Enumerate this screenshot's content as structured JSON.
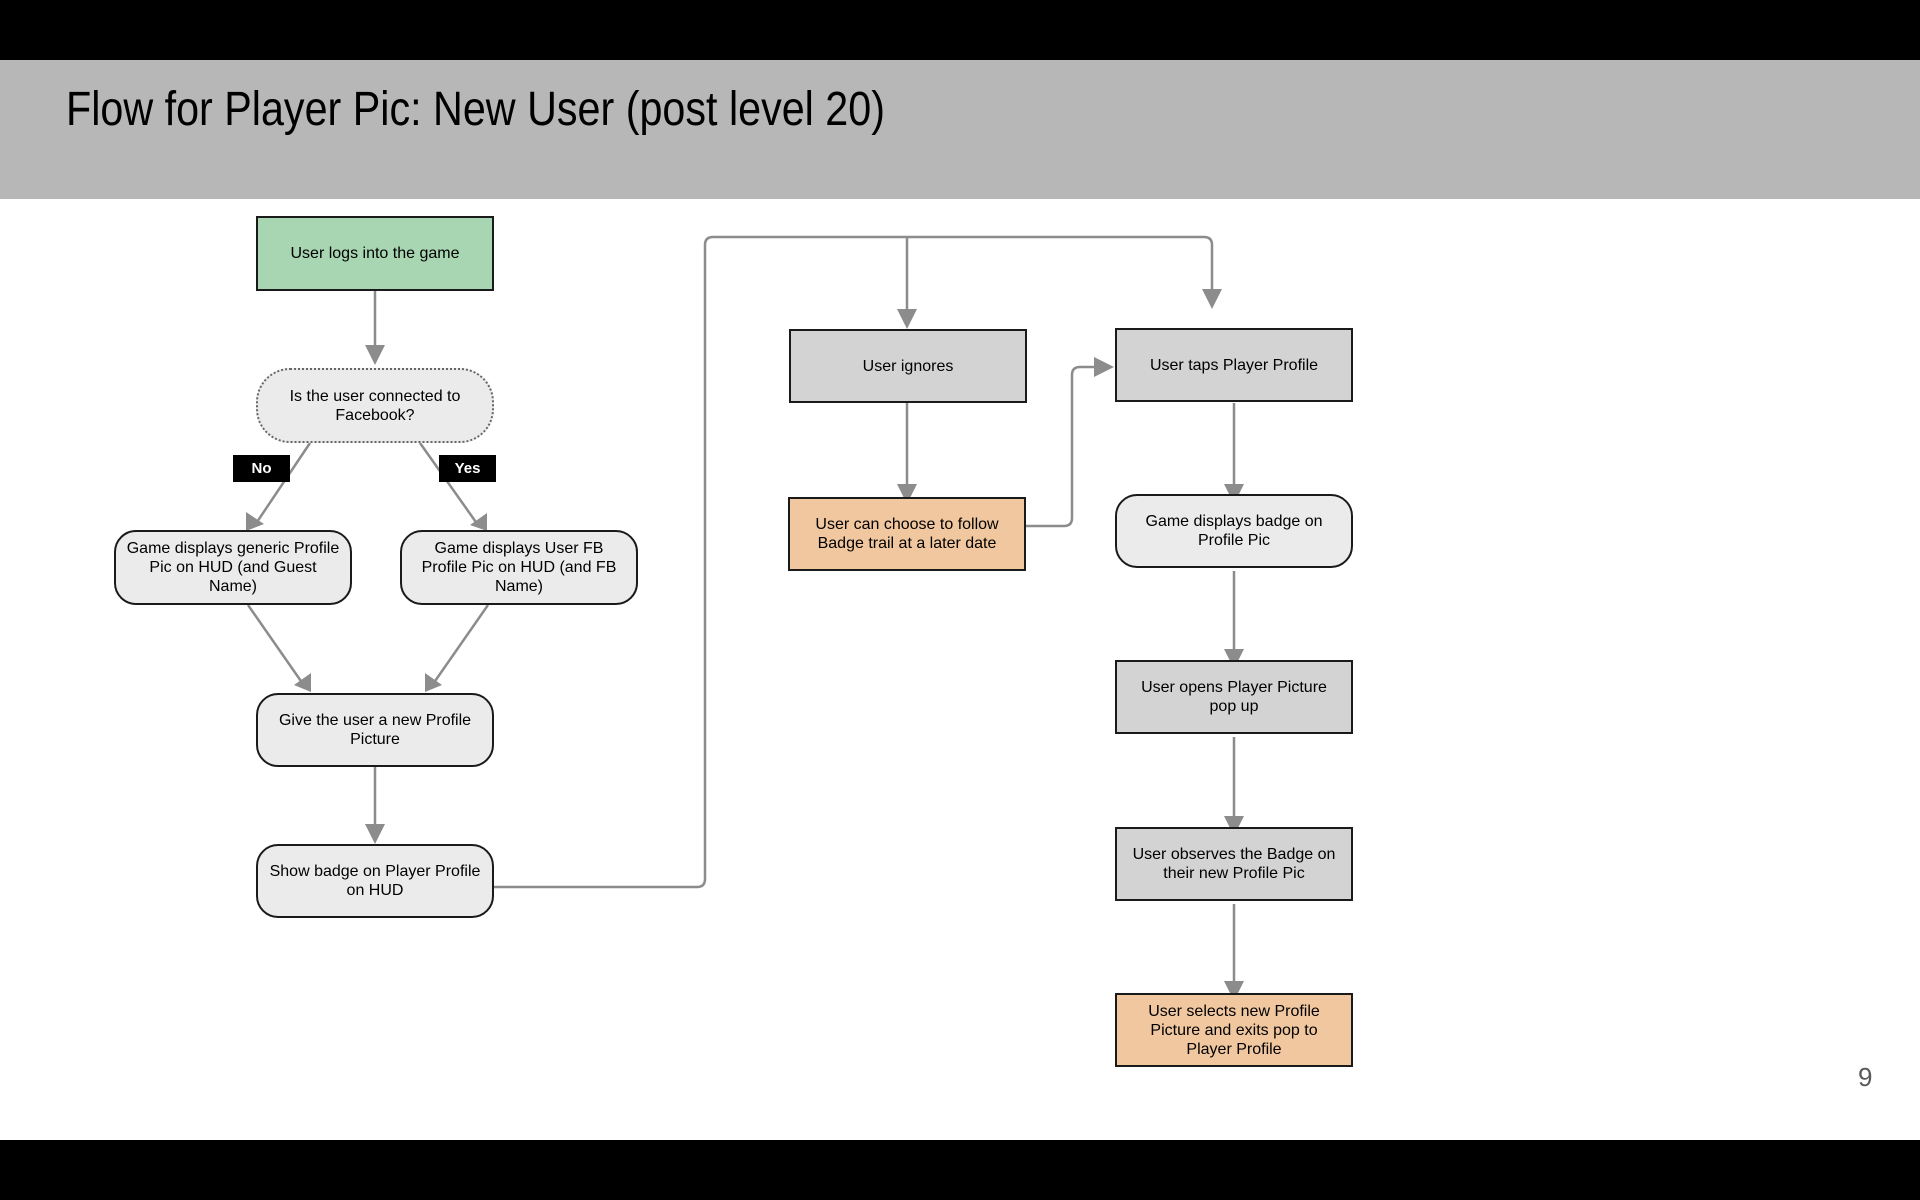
{
  "slide": {
    "title": "Flow for Player Pic: New User (post level 20)",
    "page_number": "9"
  },
  "nodes": {
    "logs_in": "User logs into the game",
    "fb_question": "Is the user connected to Facebook?",
    "generic_pic": "Game displays generic Profile Pic on HUD (and Guest Name)",
    "fb_pic": "Game displays User FB Profile Pic on HUD (and FB Name)",
    "new_picture": "Give the user a new Profile Picture",
    "show_badge": "Show badge on Player Profile on HUD",
    "ignores": "User ignores",
    "follow_later": "User can choose to follow Badge trail at a later date",
    "taps_profile": "User taps Player Profile",
    "badge_on_pic": "Game displays badge on Profile Pic",
    "opens_popup": "User opens Player Picture pop up",
    "observes_badge": "User observes the Badge on their new Profile Pic",
    "selects_new": "User selects new Profile Picture and exits pop to Player Profile"
  },
  "labels": {
    "no": "No",
    "yes": "Yes"
  },
  "colors": {
    "start_node": "#a8d5b2",
    "action_node": "#d3d3d3",
    "display_node": "#ebebeb",
    "highlight_node": "#f1c79f",
    "connector": "#8c8c8c",
    "title_bar": "#b7b7b7"
  }
}
